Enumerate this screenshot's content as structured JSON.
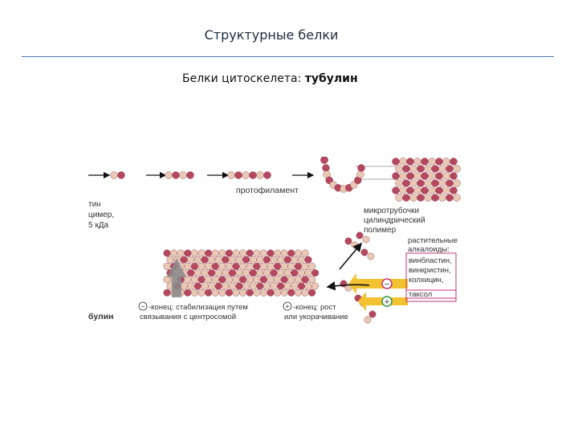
{
  "slide": {
    "title": "Структурные белки",
    "subtitle_prefix": "Белки цитоскелета: ",
    "subtitle_emphasis": "тубулин"
  },
  "diagram": {
    "labels": {
      "left_tin": "тин",
      "left_dimer": "цимер,",
      "left_kda": "5 кДа",
      "protofilament": "протофиламент",
      "mt_line1": "микротрубочки",
      "mt_line2": "цилиндрический",
      "mt_line3": "полимер",
      "alk_line1": "растительные",
      "alk_line2": "алкалоиды:",
      "drug1": "винбластин,",
      "drug2": "винкристин,",
      "drug3": "колхицин,",
      "drug4": "таксол",
      "minus_end_line1": "-конец: стабилизация путем",
      "minus_end_line2": "связывания с центросомой",
      "plus_end_line1": "-конец: рост",
      "plus_end_line2": "или укорачивание",
      "bottom_left": "булин",
      "minus_sign": "−",
      "plus_sign": "+"
    },
    "colors": {
      "bead_dark": "#b5485f",
      "bead_light": "#e8c9b5",
      "arrow_yellow": "#f2c230",
      "box_magenta": "#c8327a",
      "arrow_black": "#111111"
    }
  }
}
